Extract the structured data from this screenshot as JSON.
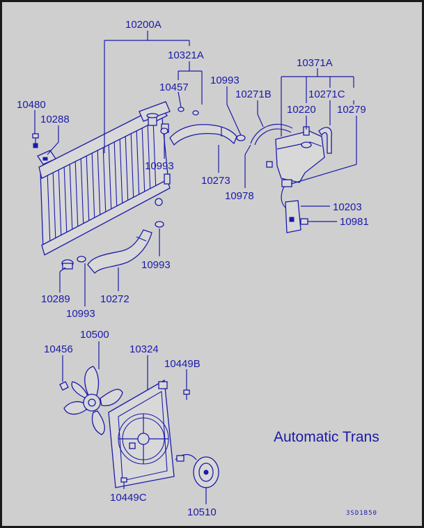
{
  "labels": {
    "l10200a": "10200A",
    "l10321a": "10321A",
    "l10457": "10457",
    "l10993_top": "10993",
    "l10371a": "10371A",
    "l10271b": "10271B",
    "l10271c": "10271C",
    "l10220": "10220",
    "l10279": "10279",
    "l10480": "10480",
    "l10288": "10288",
    "l10993_mid": "10993",
    "l10273": "10273",
    "l10978": "10978",
    "l10203": "10203",
    "l10981": "10981",
    "l10993_low": "10993",
    "l10289": "10289",
    "l10272": "10272",
    "l10993_bot": "10993",
    "l10500": "10500",
    "l10456": "10456",
    "l10324": "10324",
    "l10449b": "10449B",
    "l10449c": "10449C",
    "l10510": "10510"
  },
  "note": "Automatic Trans",
  "code": "3SD1B50"
}
